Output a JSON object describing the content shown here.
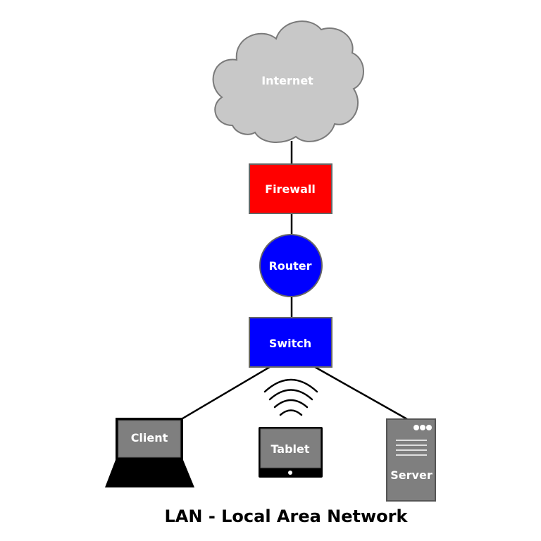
{
  "diagram": {
    "title": "LAN - Local Area Network",
    "nodes": {
      "internet": "Internet",
      "firewall": "Firewall",
      "router": "Router",
      "switch": "Switch",
      "client": "Client",
      "tablet": "Tablet",
      "server": "Server"
    }
  },
  "colors": {
    "cloud": "#c8c8c8",
    "firewall": "#ff0000",
    "router": "#0000ff",
    "switch": "#0000ff",
    "device": "#7f7f7f",
    "outline": "#666666",
    "link": "#000000"
  },
  "icons": [
    "cloud-icon",
    "laptop-icon",
    "tablet-icon",
    "server-icon",
    "wifi-icon"
  ]
}
